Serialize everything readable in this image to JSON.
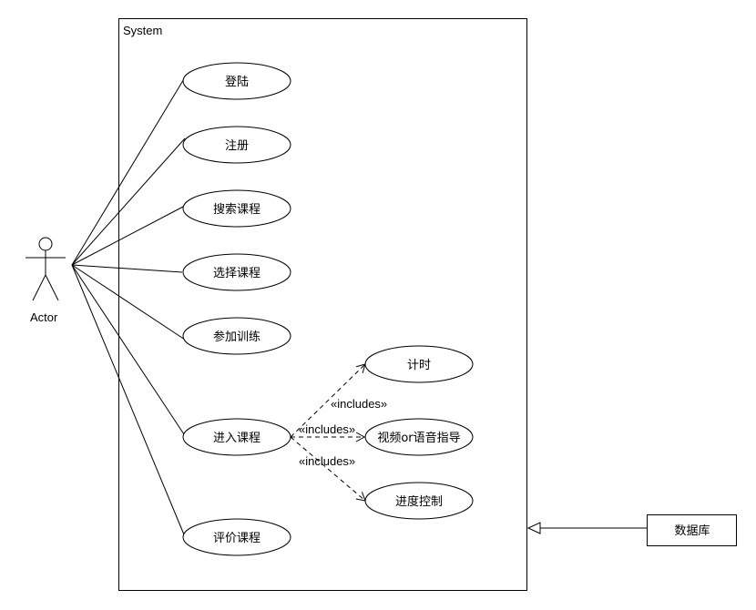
{
  "system": {
    "title": "System"
  },
  "actor": {
    "label": "Actor"
  },
  "use_cases": {
    "login": "登陆",
    "register": "注册",
    "search_course": "搜索课程",
    "select_course": "选择课程",
    "join_training": "参加训练",
    "enter_course": "进入课程",
    "rate_course": "评价课程",
    "timer": "计时",
    "guidance": "视频or语音指导",
    "progress_control": "进度控制"
  },
  "relations": {
    "include_timer": "«includes»",
    "include_guidance": "«includes»",
    "include_progress": "«includes»"
  },
  "external": {
    "database": "数据库"
  }
}
